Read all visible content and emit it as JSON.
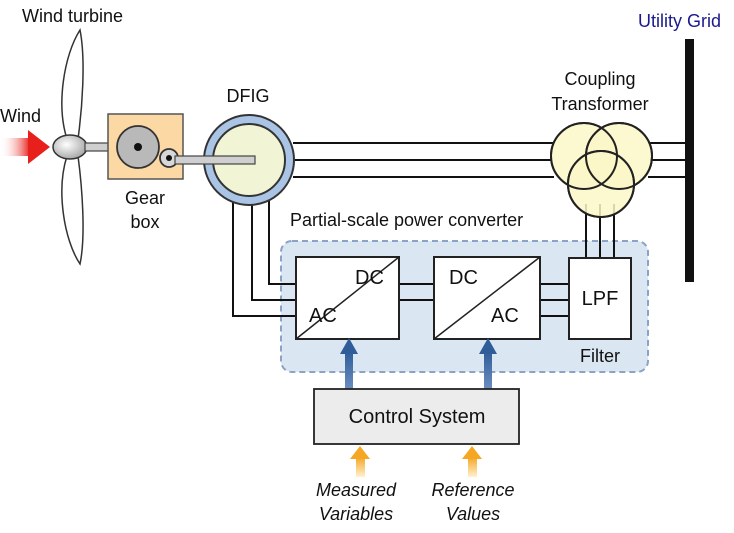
{
  "labels": {
    "wind_turbine": "Wind turbine",
    "wind": "Wind",
    "gear_line1": "Gear",
    "gear_line2": "box",
    "dfig": "DFIG",
    "utility_grid": "Utility Grid",
    "coupling_line1": "Coupling",
    "coupling_line2": "Transformer",
    "converter_title": "Partial-scale power converter",
    "conv1_dc": "DC",
    "conv1_ac": "AC",
    "conv2_dc": "DC",
    "conv2_ac": "AC",
    "lpf": "LPF",
    "filter": "Filter",
    "control_system": "Control System",
    "measured_line1": "Measured",
    "measured_line2": "Variables",
    "reference_line1": "Reference",
    "reference_line2": "Values"
  },
  "colors": {
    "grid_label": "#1a1a8c",
    "wind_arrow": "#e8201c",
    "gearbox_fill": "#fcd9a4",
    "dfig_ring": "#aac4e6",
    "dfig_core": "#f1f5d6",
    "transformer_fill": "#fbf7c8",
    "converter_region": "#dbe6f3",
    "control_arrow": "#2f5d9a",
    "input_arrow": "#f5a623",
    "control_fill": "#ececec"
  }
}
